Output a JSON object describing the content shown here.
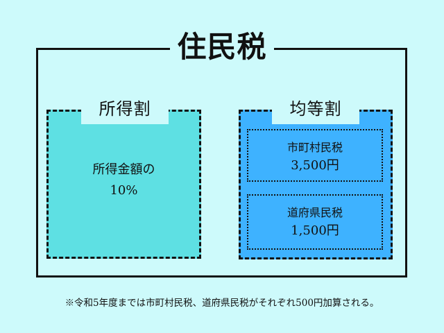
{
  "title": "住民税",
  "income_levy": {
    "label": "所得割",
    "description": "所得金額の",
    "rate": "10%"
  },
  "per_capita_levy": {
    "label": "均等割",
    "items": [
      {
        "name": "市町村民税",
        "amount": "3,500円"
      },
      {
        "name": "道府県民税",
        "amount": "1,500円"
      }
    ]
  },
  "note": "※令和5年度までは市町村民税、道府県民税がそれぞれ500円加算される。"
}
